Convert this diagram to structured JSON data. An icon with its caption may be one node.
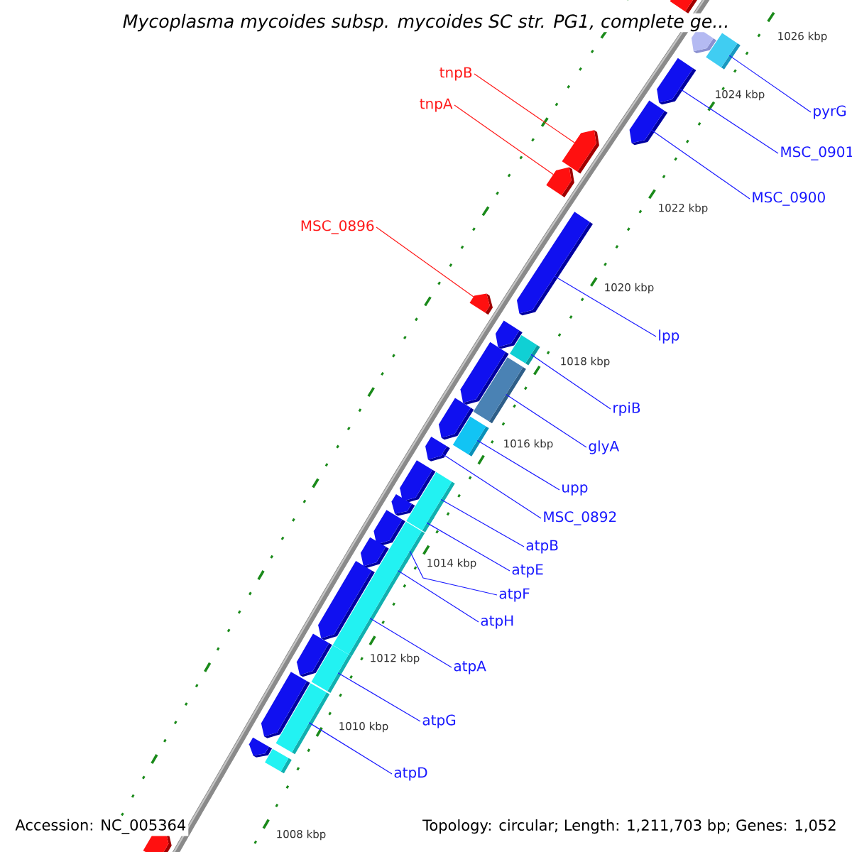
{
  "diagram": {
    "title": "Mycoplasma mycoides subsp. mycoides SC str. PG1, complete ge...",
    "nodes": [
      {
        "text": [
          "tnpB"
        ]
      },
      {
        "text": [
          "tnpA"
        ]
      },
      {
        "text": [
          "pyrG"
        ]
      },
      {
        "text": [
          "MSC_0901"
        ]
      },
      {
        "text": [
          "MSC_0900"
        ]
      },
      {
        "text": [
          "MSC_0896"
        ]
      },
      {
        "text": [
          "lpp"
        ]
      },
      {
        "text": [
          "rpiB"
        ]
      },
      {
        "text": [
          "glyA"
        ]
      },
      {
        "text": [
          "upp"
        ]
      },
      {
        "text": [
          "MSC_0892"
        ]
      },
      {
        "text": [
          "atpB"
        ]
      },
      {
        "text": [
          "atpE"
        ]
      },
      {
        "text": [
          "atpF"
        ]
      },
      {
        "text": [
          "atpH"
        ]
      },
      {
        "text": [
          "atpA"
        ]
      },
      {
        "text": [
          "atpG"
        ]
      },
      {
        "text": [
          "atpD"
        ]
      },
      {
        "text": [],
        "shape": "pentagon"
      },
      {
        "text": [],
        "shape": "pentagon"
      },
      {
        "text": [],
        "shape": "bar"
      },
      {
        "text": [],
        "shape": "pentagon"
      },
      {
        "text": [],
        "shape": "pentagon"
      },
      {
        "text": [],
        "shape": "pentagon"
      },
      {
        "text": [],
        "shape": "pentagon"
      },
      {
        "text": [],
        "shape": "pentagon"
      },
      {
        "text": [],
        "shape": "pentagon"
      },
      {
        "text": [],
        "shape": "pentagon"
      },
      {
        "text": [],
        "shape": "bar"
      },
      {
        "text": [],
        "shape": "pentagon"
      },
      {
        "text": [],
        "shape": "bar"
      },
      {
        "text": [],
        "shape": "pentagon"
      },
      {
        "text": [],
        "shape": "bar"
      },
      {
        "text": [],
        "shape": "pentagon"
      },
      {
        "text": [],
        "shape": "pentagon"
      },
      {
        "text": [],
        "shape": "bar"
      },
      {
        "text": [],
        "shape": "pentagon"
      },
      {
        "text": [],
        "shape": "bar"
      },
      {
        "text": [],
        "shape": "pentagon"
      },
      {
        "text": [],
        "shape": "bar"
      },
      {
        "text": [],
        "shape": "pentagon"
      },
      {
        "text": [],
        "shape": "bar"
      },
      {
        "text": [],
        "shape": "pentagon"
      },
      {
        "text": [],
        "shape": "bar"
      },
      {
        "text": [],
        "shape": "pentagon"
      },
      {
        "text": [],
        "shape": "bar"
      },
      {
        "text": [],
        "shape": "pentagon"
      },
      {
        "text": [],
        "shape": "bar"
      },
      {
        "text": [],
        "shape": "pentagon"
      },
      {
        "text": [],
        "shape": "bar"
      },
      {
        "text": [],
        "shape": "pentagon"
      }
    ],
    "edges": [
      {
        "from": 0,
        "to": 23,
        "arrow": "none",
        "color": "#ff1a1a"
      },
      {
        "from": 1,
        "to": 24,
        "arrow": "none",
        "color": "#ff1a1a"
      },
      {
        "from": 2,
        "to": 20,
        "arrow": "none"
      },
      {
        "from": 3,
        "to": 21,
        "arrow": "none"
      },
      {
        "from": 4,
        "to": 22,
        "arrow": "none"
      },
      {
        "from": 5,
        "to": 26,
        "arrow": "none",
        "color": "#ff1a1a"
      },
      {
        "from": 6,
        "to": 25,
        "arrow": "none"
      },
      {
        "from": 7,
        "to": 28,
        "arrow": "none"
      },
      {
        "from": 8,
        "to": 30,
        "arrow": "none"
      },
      {
        "from": 9,
        "to": 32,
        "arrow": "none"
      },
      {
        "from": 10,
        "to": 33,
        "arrow": "none"
      },
      {
        "from": 11,
        "to": 35,
        "arrow": "none"
      },
      {
        "from": 12,
        "to": 37,
        "arrow": "none"
      },
      {
        "from": 13,
        "to": 39,
        "arrow": "none"
      },
      {
        "from": 14,
        "to": 41,
        "arrow": "none"
      },
      {
        "from": 15,
        "to": 43,
        "arrow": "none"
      },
      {
        "from": 16,
        "to": 45,
        "arrow": "none"
      },
      {
        "from": 17,
        "to": 47,
        "arrow": "none"
      }
    ],
    "labels": [
      "1026 kbp",
      "1024 kbp",
      "1022 kbp",
      "1020 kbp",
      "1018 kbp",
      "1016 kbp",
      "1014 kbp",
      "1012 kbp",
      "1010 kbp",
      "Accession: NC_005364",
      "1008 kbp",
      "Topology: circular; Length: 1,211,703 bp; Genes: 1,052"
    ]
  }
}
